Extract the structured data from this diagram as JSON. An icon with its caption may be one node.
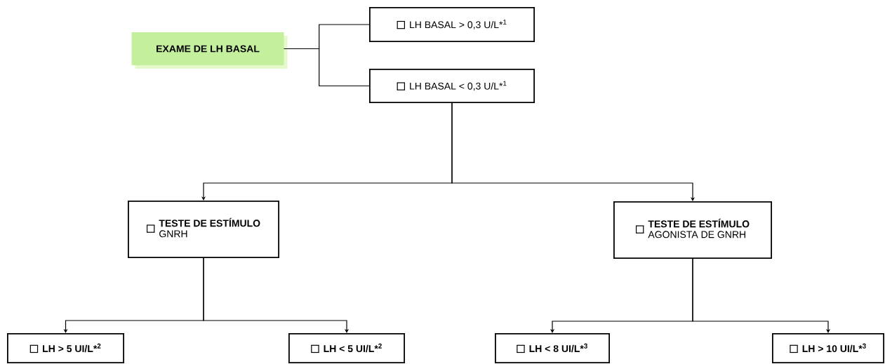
{
  "diagram": {
    "nodes": [
      {
        "text": [
          "EXAME DE LH BASAL"
        ]
      },
      {
        "text": [
          "LH BASAL > 0,3 U/L*$^{1}$"
        ]
      },
      {
        "text": [
          "LH BASAL < 0,3 U/L*$^{1}$"
        ]
      },
      {
        "text": [
          "TESTE DE ESTÍMULO",
          "GNRH"
        ]
      },
      {
        "text": [
          "TESTE DE ESTÍMULO",
          "AGONISTA DE GNRH"
        ]
      },
      {
        "text": [
          "LH > 5 UI/L*$^{2}$"
        ]
      },
      {
        "text": [
          "LH < 5 UI/L*$^{2}$"
        ]
      },
      {
        "text": [
          "LH < 8 UI/L*$^{3}$"
        ]
      },
      {
        "text": [
          "LH > 10 UI/L*$^{3}$"
        ]
      }
    ],
    "edges": [
      {
        "from": 0,
        "to": 1,
        "arrow": "none"
      },
      {
        "from": 0,
        "to": 2,
        "arrow": "none"
      },
      {
        "from": 2,
        "to": 3,
        "arrow": "to"
      },
      {
        "from": 2,
        "to": 4,
        "arrow": "to"
      },
      {
        "from": 3,
        "to": 5,
        "arrow": "to"
      },
      {
        "from": 3,
        "to": 6,
        "arrow": "to"
      },
      {
        "from": 4,
        "to": 7,
        "arrow": "to"
      },
      {
        "from": 4,
        "to": 8,
        "arrow": "to"
      }
    ]
  }
}
